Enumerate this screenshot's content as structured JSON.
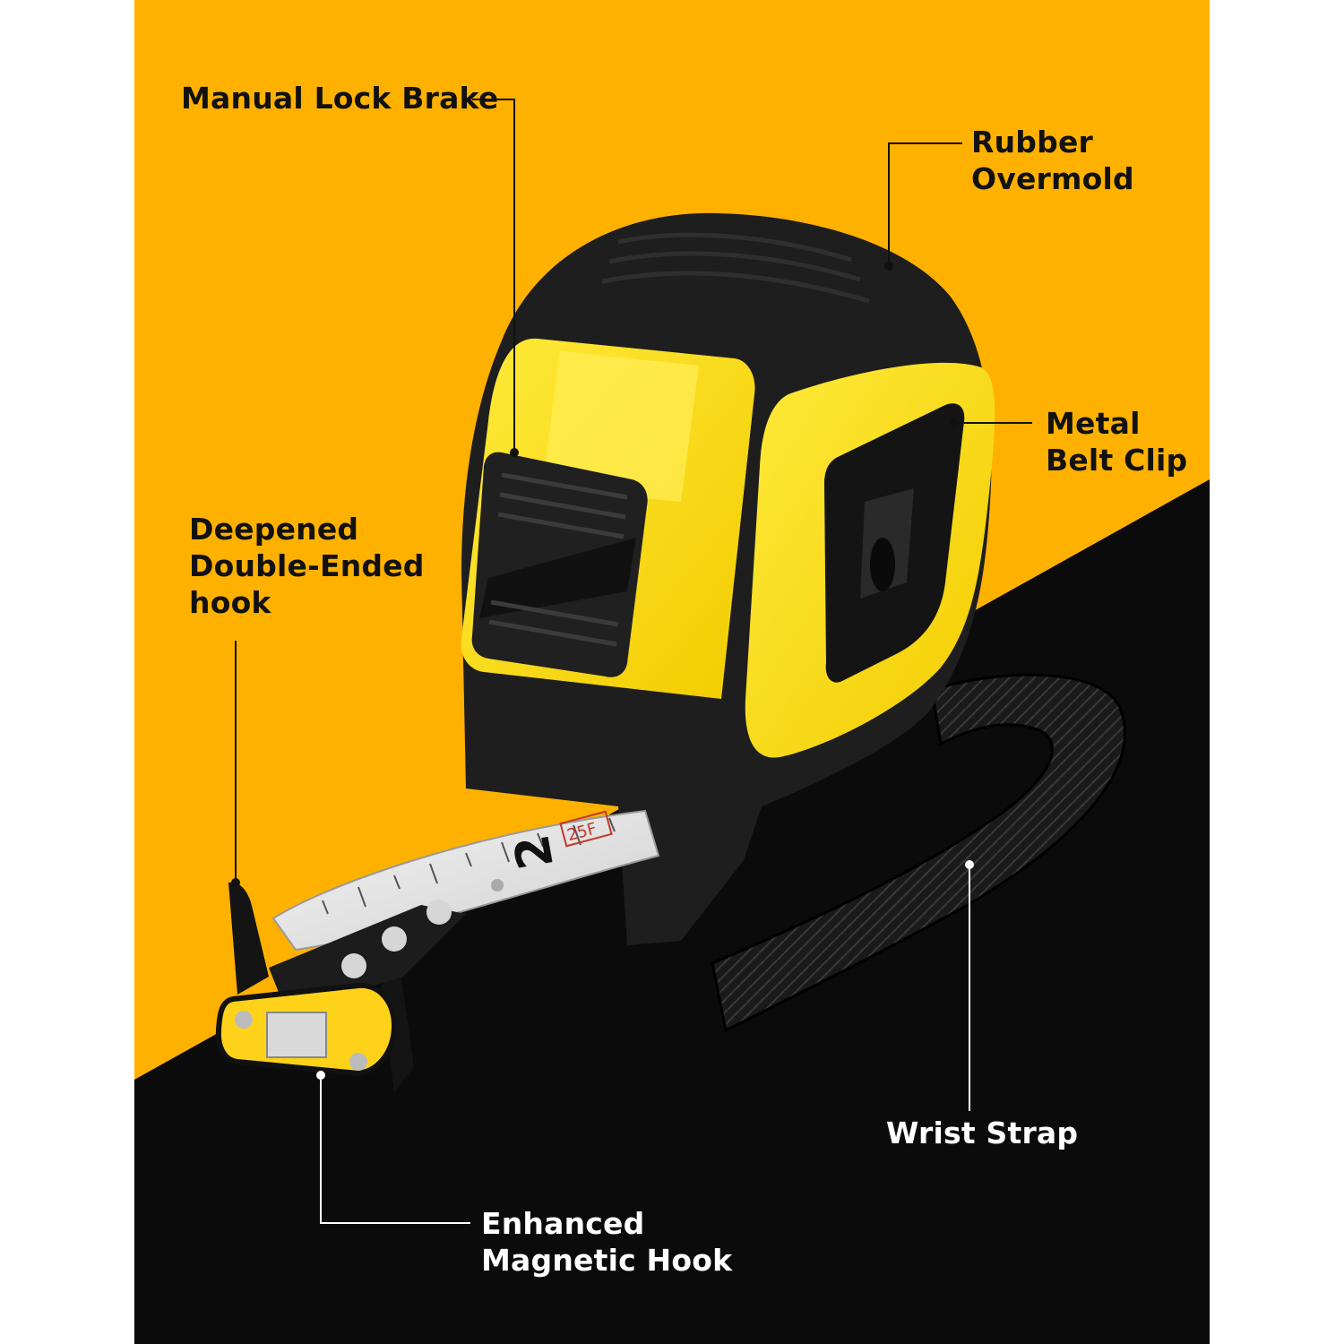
{
  "colors": {
    "background_top": "#FFB100",
    "background_bottom": "#0B0B0B",
    "side_margin": "#FFFFFF",
    "housing_yellow": "#FFE21F",
    "rubber_black": "#1E1E1E",
    "callout_line_light": "#111111",
    "callout_line_dark": "#FFFFFF"
  },
  "callouts": {
    "manual_lock_brake": "Manual Lock Brake",
    "rubber_overmold": "Rubber\nOvermold",
    "metal_belt_clip": "Metal\nBelt Clip",
    "double_ended_hook": "Deepened\nDouble-Ended\nhook",
    "wrist_strap": "Wrist Strap",
    "magnetic_hook": "Enhanced\nMagnetic Hook"
  },
  "tape_blade": {
    "digit": "2",
    "badge": "25F"
  }
}
